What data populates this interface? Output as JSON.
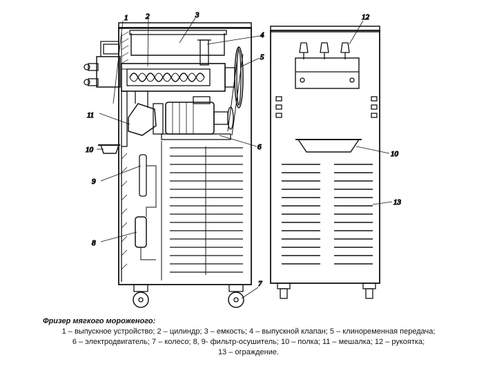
{
  "caption": {
    "title": "Фризер мягкого мороженого:",
    "lines": [
      "1 – выпускное устройство; 2 – цилиндр; 3 – емкость; 4 – выпускной клапан; 5 – клиноременная передача;",
      "6 – электродвигатель; 7 – колесо; 8, 9- фильтр-осушитель; 10 – полка; 11 – мешалка; 12 – рукоятка;",
      "13 – ограждение."
    ]
  },
  "labels": {
    "l1": "1",
    "l2": "2",
    "l3": "3",
    "l4": "4",
    "l5": "5",
    "l6": "6",
    "l7": "7",
    "l8": "8",
    "l9": "9",
    "l10a": "10",
    "l10b": "10",
    "l11": "11",
    "l12": "12",
    "l13": "13"
  }
}
